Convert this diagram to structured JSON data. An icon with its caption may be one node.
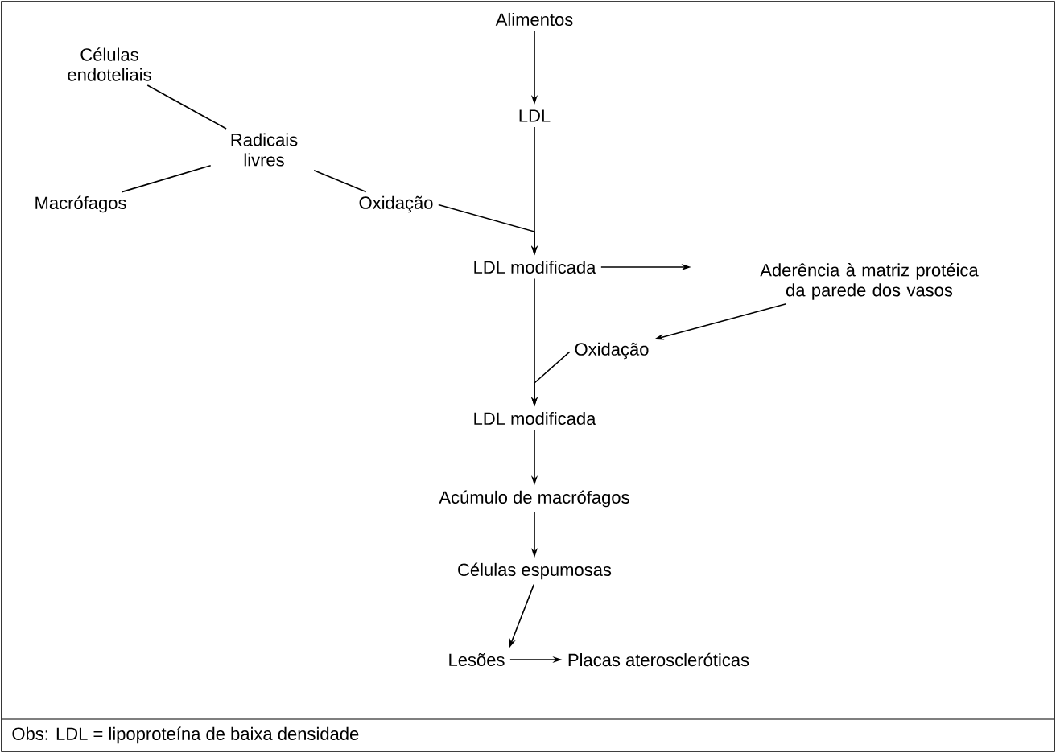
{
  "diagram": {
    "nodes": [
      {
        "text": [
          "Alimentos"
        ]
      },
      {
        "text": [
          "Células endoteliais"
        ]
      },
      {
        "text": [
          "LDL"
        ]
      },
      {
        "text": [
          "Radicais livres"
        ]
      },
      {
        "text": [
          "Macrófagos"
        ]
      },
      {
        "text": [
          "Oxidação"
        ]
      },
      {
        "text": [
          "LDL modificada"
        ]
      },
      {
        "text": [
          "Aderência à matriz protéica da parede dos vasos"
        ]
      },
      {
        "text": [
          "Oxidação"
        ]
      },
      {
        "text": [
          "LDL modificada"
        ]
      },
      {
        "text": [
          "Acúmulo de macrófagos"
        ]
      },
      {
        "text": [
          "Células espumosas"
        ]
      },
      {
        "text": [
          "Lesões"
        ]
      },
      {
        "text": [
          "Placas ateroscleróticas"
        ]
      }
    ],
    "edges": [
      {
        "from": 0,
        "to": 2,
        "arrow": "to"
      },
      {
        "from": 1,
        "to": 3,
        "arrow": "none"
      },
      {
        "from": 4,
        "to": 3,
        "arrow": "none"
      },
      {
        "from": 3,
        "to": 5,
        "arrow": "none"
      },
      {
        "from": 2,
        "to": 6,
        "arrow": "to"
      },
      {
        "from": 5,
        "to": 6,
        "arrow": "to"
      },
      {
        "from": 6,
        "to": 7,
        "arrow": "to"
      },
      {
        "from": 7,
        "to": 8,
        "arrow": "to"
      },
      {
        "from": 6,
        "to": 9,
        "arrow": "to"
      },
      {
        "from": 8,
        "to": 9,
        "arrow": "to"
      },
      {
        "from": 9,
        "to": 10,
        "arrow": "to"
      },
      {
        "from": 10,
        "to": 11,
        "arrow": "to"
      },
      {
        "from": 11,
        "to": 12,
        "arrow": "to"
      },
      {
        "from": 12,
        "to": 13,
        "arrow": "to"
      }
    ],
    "labels": [
      "Obs: LDL = lipoproteína de baixa densidade"
    ]
  }
}
